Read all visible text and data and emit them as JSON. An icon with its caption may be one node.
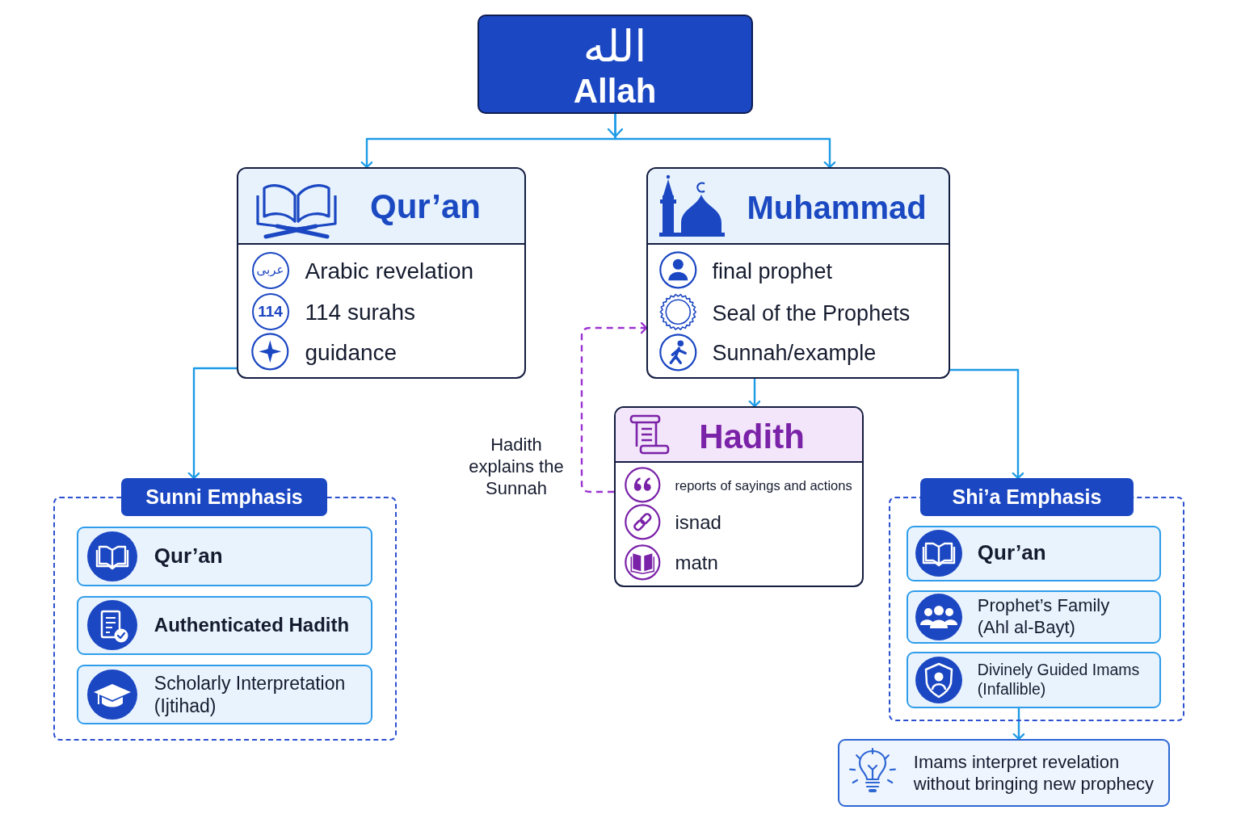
{
  "diagram": {
    "nodes": [
      {
        "text": [
          "الله",
          "Allah"
        ]
      },
      {
        "text": [
          "Qur’an",
          "عربى",
          "Arabic revelation",
          "114",
          "114 surahs",
          "guidance"
        ]
      },
      {
        "text": [
          "Muhammad",
          "final prophet",
          "Seal of the Prophets",
          "Sunnah/example"
        ]
      },
      {
        "text": [
          "Hadith",
          "reports of sayings and actions",
          "isnad",
          "matn"
        ]
      },
      {
        "text": [
          "Sunni Emphasis"
        ]
      },
      {
        "text": [
          "Qur’an"
        ],
        "in": 4
      },
      {
        "text": [
          "Authenticated Hadith"
        ],
        "in": 4
      },
      {
        "text": [
          "Scholarly Interpretation (Ijtihad)"
        ],
        "in": 4
      },
      {
        "text": [
          "Shi’a Emphasis"
        ]
      },
      {
        "text": [
          "Qur’an"
        ],
        "in": 8
      },
      {
        "text": [
          "Prophet’s Family (Ahl al-Bayt)"
        ],
        "in": 8
      },
      {
        "text": [
          "Divinely Guided Imams (Infallible)"
        ],
        "in": 8
      },
      {
        "text": [
          "Imams interpret revelation without bringing new prophecy"
        ]
      }
    ],
    "edges": [
      {
        "from": 0,
        "to": 1,
        "arrow": "to"
      },
      {
        "from": 0,
        "to": 2,
        "arrow": "to"
      },
      {
        "from": 1,
        "to": 4,
        "arrow": "to"
      },
      {
        "from": 2,
        "to": 3,
        "arrow": "to"
      },
      {
        "from": 2,
        "to": 8,
        "arrow": "to"
      },
      {
        "from": 3,
        "to": 2,
        "arrow": "to",
        "label": "Hadith explains the Sunnah",
        "style": "dashed",
        "color": "#9b34d1"
      },
      {
        "from": 11,
        "to": 12,
        "arrow": "to"
      }
    ]
  }
}
